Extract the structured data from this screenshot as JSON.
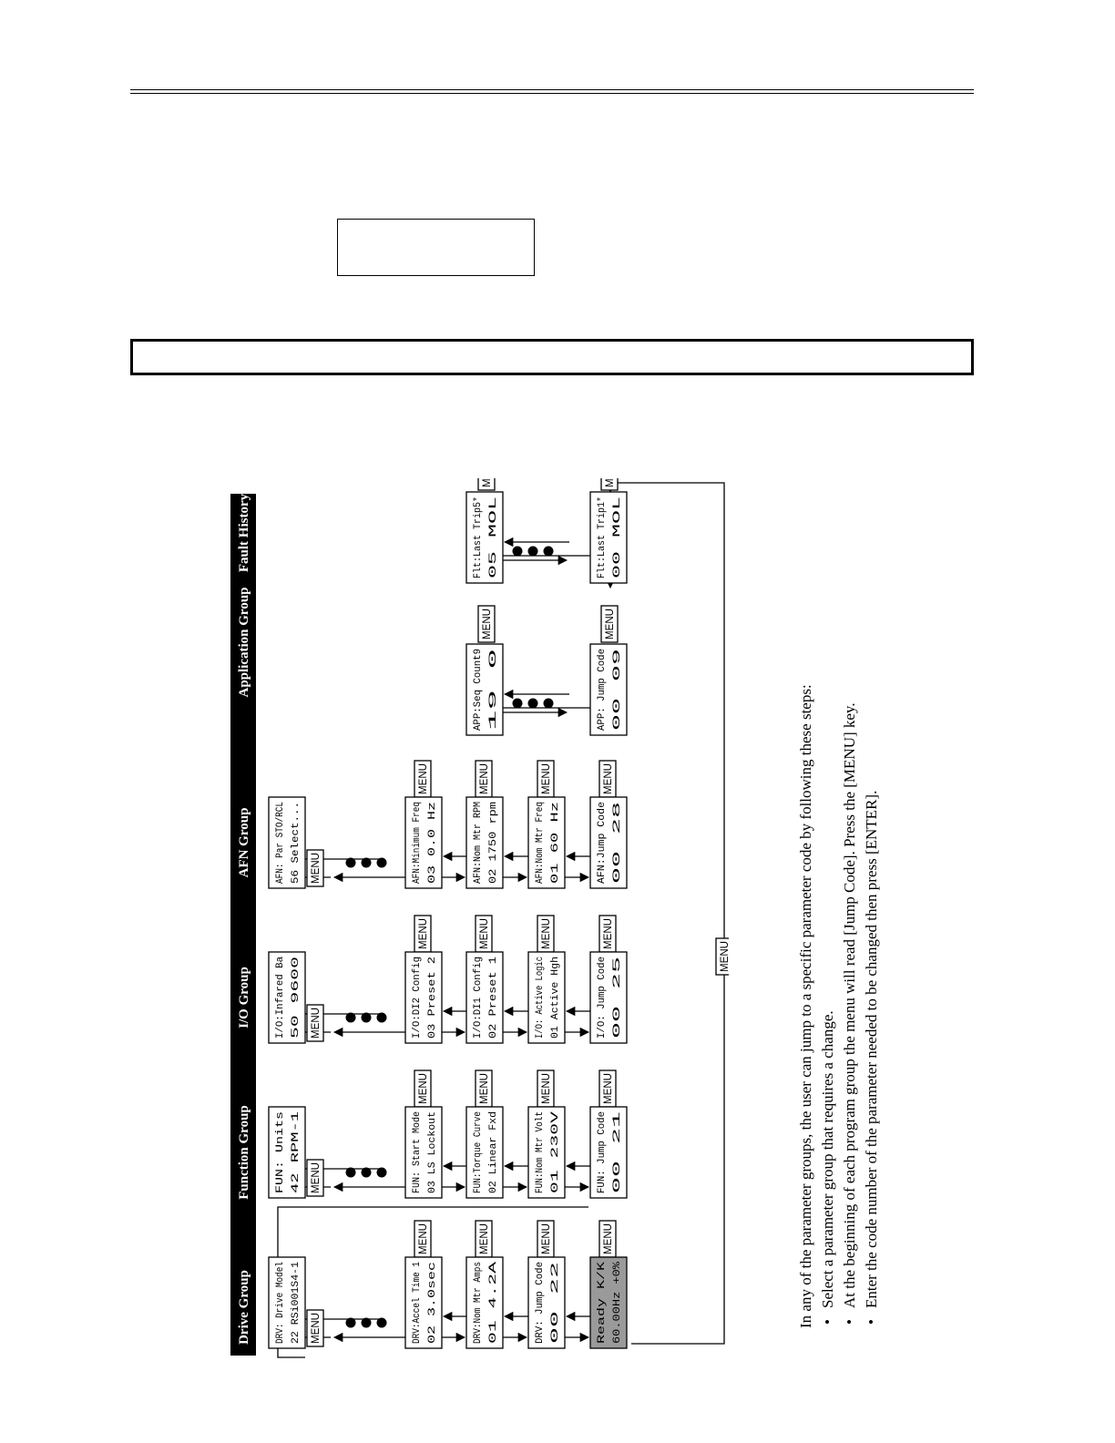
{
  "sections": {
    "headers": [
      "Drive Group",
      "Function Group",
      "I/O Group",
      "AFN Group",
      "Application Group",
      "Fault History"
    ]
  },
  "menu_label": "MENU",
  "ready_display": {
    "line1": "Ready       K/K",
    "line2": "   60.00Hz  +0%"
  },
  "columns": [
    {
      "first": {
        "l1": "DRV: Drive Model",
        "l2": "22   RSi001S4-1"
      },
      "rows": [
        {
          "l1": "DRV:Accel Time 1",
          "l2": "02      3.0sec"
        },
        {
          "l1": "DRV:Nom Mtr Amps",
          "l2": "01      4.2A"
        },
        {
          "l1": "DRV: Jump Code",
          "l2": "00       22"
        }
      ]
    },
    {
      "first": {
        "l1": "FUN: Units",
        "l2": "42        RPM-1"
      },
      "rows": [
        {
          "l1": "FUN: Start Mode",
          "l2": "03   LS Lockout"
        },
        {
          "l1": "FUN:Torque Curve",
          "l2": "02   Linear Fxd"
        },
        {
          "l1": "FUN:Nom Mtr Volt",
          "l2": "01        230V"
        }
      ],
      "jump": {
        "l1": "FUN: Jump Code",
        "l2": "00       21"
      }
    },
    {
      "first": {
        "l1": "I/O:Infared Ba",
        "l2": "50     9600"
      },
      "rows": [
        {
          "l1": "I/O:DI2 Config",
          "l2": "03   Preset 2"
        },
        {
          "l1": "I/O:DI1 Config",
          "l2": "02   Preset 1"
        },
        {
          "l1": "I/O: Active Logic",
          "l2": "01   Active Hgh"
        }
      ],
      "jump": {
        "l1": "I/O: Jump Code",
        "l2": "00       25"
      }
    },
    {
      "first": {
        "l1": "AFN: Par STO/RCL",
        "l2": "56   Select..."
      },
      "rows": [
        {
          "l1": "AFN:Minimum Freq",
          "l2": "03      0.0 Hz"
        },
        {
          "l1": "AFN:Nom Mtr RPM",
          "l2": "02     1750 rpm"
        },
        {
          "l1": "AFN:Nom Mtr Freq",
          "l2": "01       60 Hz"
        }
      ],
      "jump": {
        "l1": "AFN:Jump Code",
        "l2": "00       28"
      }
    },
    {
      "first": {
        "l1": "APP:Seq Count9",
        "l2": "19        0"
      },
      "jump": {
        "l1": "APP: Jump Code",
        "l2": "00       09"
      }
    },
    {
      "first": {
        "l1": "Flt:Last Trip5*",
        "l2": "05  MOL"
      },
      "jump": {
        "l1": "Flt:Last Trip1*",
        "l2": "00  MOL"
      }
    }
  ],
  "instructions": {
    "intro": "In any of the parameter groups, the user can jump to a specific parameter code by following these steps:",
    "bullet": "•",
    "steps": [
      "Select a parameter group that requires a change.",
      "At the beginning of each program group the menu will read [Jump Code]. Press the [MENU] key.",
      "Enter the code number of the parameter needed to be changed then press [ENTER]."
    ]
  }
}
